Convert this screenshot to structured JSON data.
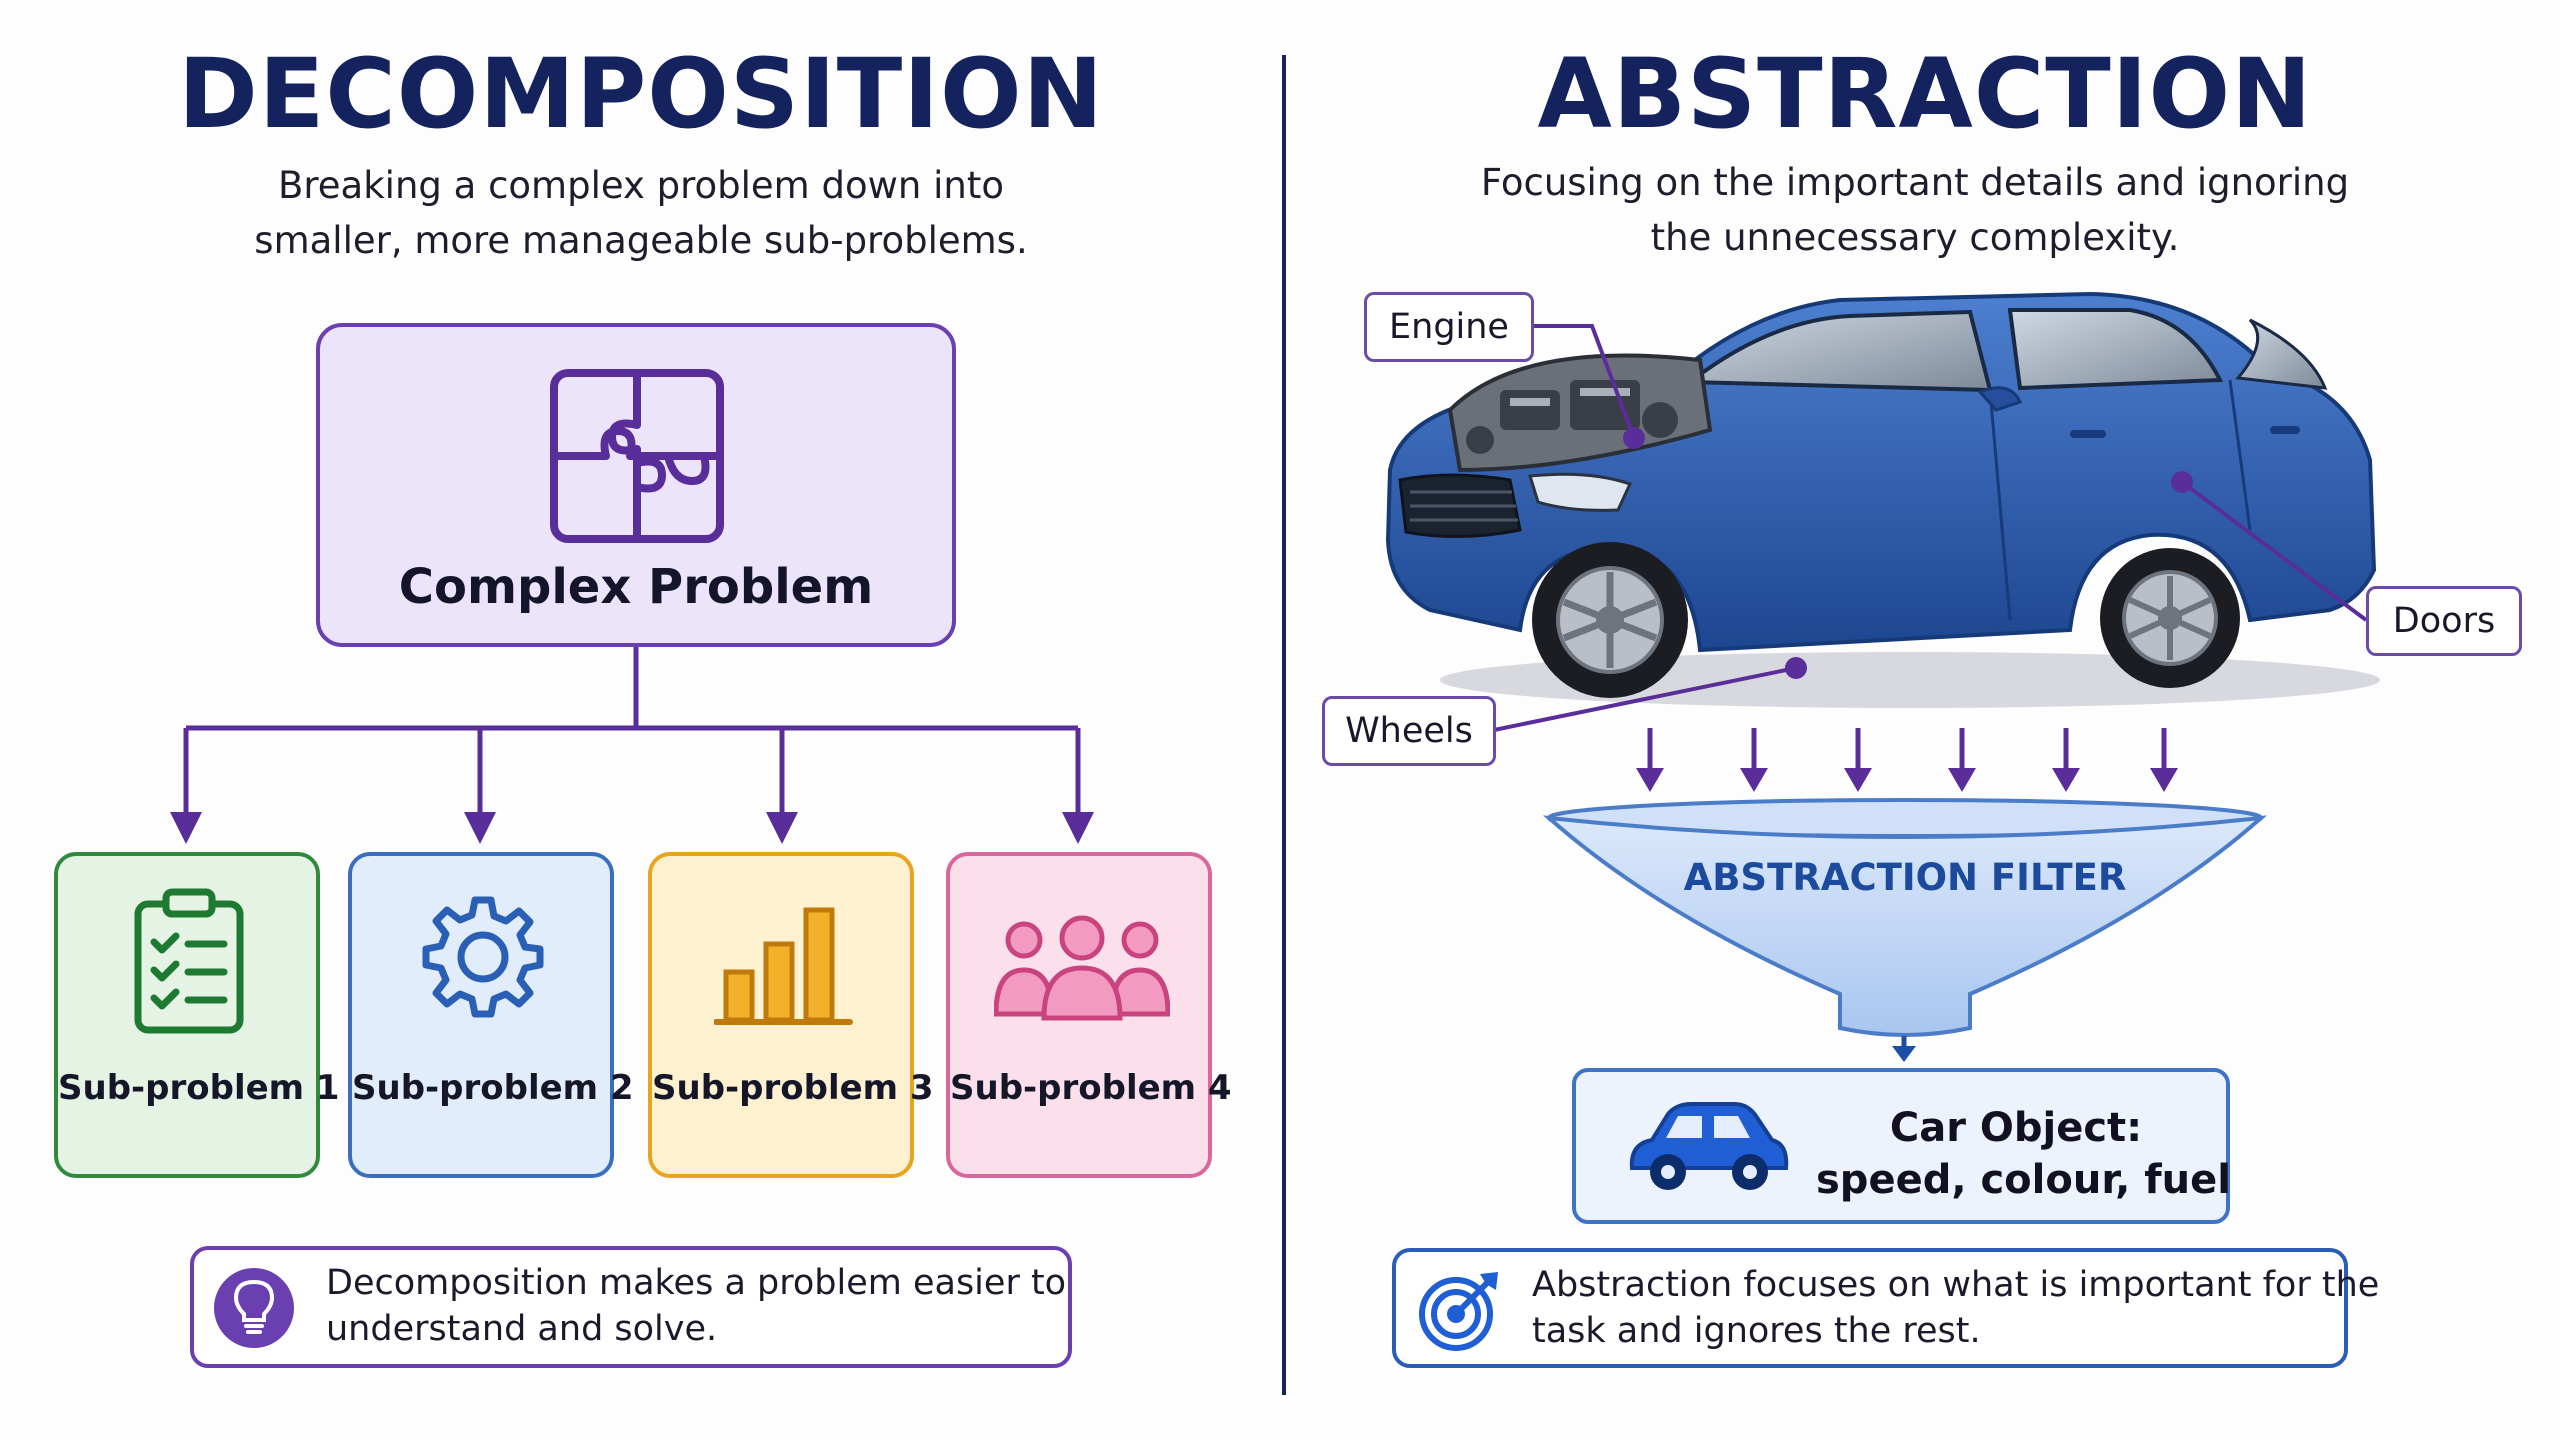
{
  "decomposition": {
    "title": "DECOMPOSITION",
    "subtitle_line1": "Breaking a complex problem down into",
    "subtitle_line2": "smaller, more manageable sub-problems.",
    "complex_label": "Complex Problem",
    "sub_problems": [
      {
        "label": "Sub-problem 1",
        "icon": "clipboard-checklist-icon"
      },
      {
        "label": "Sub-problem 2",
        "icon": "gear-icon"
      },
      {
        "label": "Sub-problem 3",
        "icon": "bar-chart-icon"
      },
      {
        "label": "Sub-problem 4",
        "icon": "people-group-icon"
      }
    ],
    "note_line1": "Decomposition makes a problem easier to",
    "note_line2": "understand and solve."
  },
  "abstraction": {
    "title": "ABSTRACTION",
    "subtitle_line1": "Focusing on the important details and ignoring",
    "subtitle_line2": "the unnecessary complexity.",
    "labels": {
      "engine": "Engine",
      "doors": "Doors",
      "wheels": "Wheels"
    },
    "filter_label": "ABSTRACTION FILTER",
    "result_line1": "Car Object:",
    "result_line2": "speed, colour, fuel",
    "note_line1": "Abstraction focuses on what is important for the",
    "note_line2": "task and ignores the rest."
  },
  "colors": {
    "title": "#14235e",
    "purple": "#6a3fb0",
    "green": "#2f8a3c",
    "blue": "#3a6fc0",
    "yellow": "#e9a41f",
    "pink": "#d9669d",
    "car_body": "#2f5fb0"
  }
}
